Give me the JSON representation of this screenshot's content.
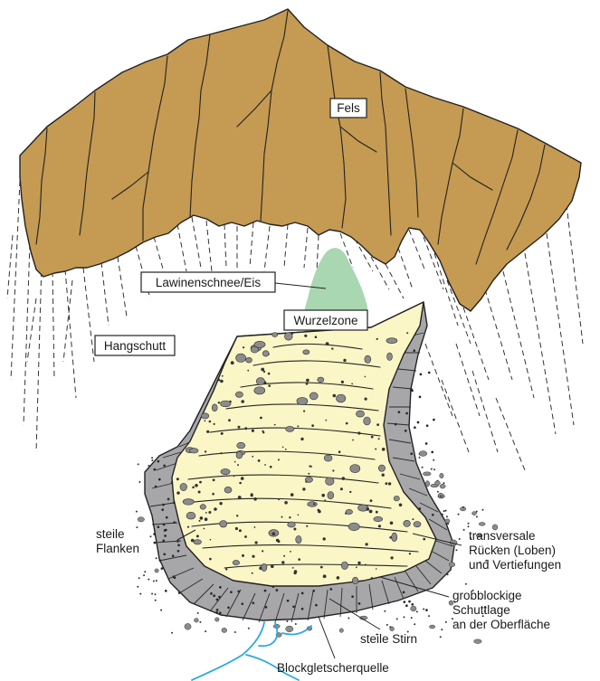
{
  "labels": {
    "fels": "Fels",
    "lawinenschnee": "Lawinenschnee/Eis",
    "wurzelzone": "Wurzelzone",
    "hangschutt": "Hangschutt",
    "steile_flanken_1": "steile",
    "steile_flanken_2": "Flanken",
    "transversale_1": "transversale",
    "transversale_2": "Rücken (Loben)",
    "transversale_3": "und Vertiefungen",
    "grobblockige_1": "grobblockige",
    "grobblockige_2": "Schuttlage",
    "grobblockige_3": "an der Oberfläche",
    "steile_stirn": "steile Stirn",
    "quelle": "Blockgletscherquelle"
  },
  "colors": {
    "rock": "#c59a52",
    "glacier_surface": "#fbf6c6",
    "glacier_flank": "#a7a7a9",
    "snow_ice": "#a9d7b1",
    "water": "#2aa9df",
    "stone": "#8c8c8c"
  }
}
